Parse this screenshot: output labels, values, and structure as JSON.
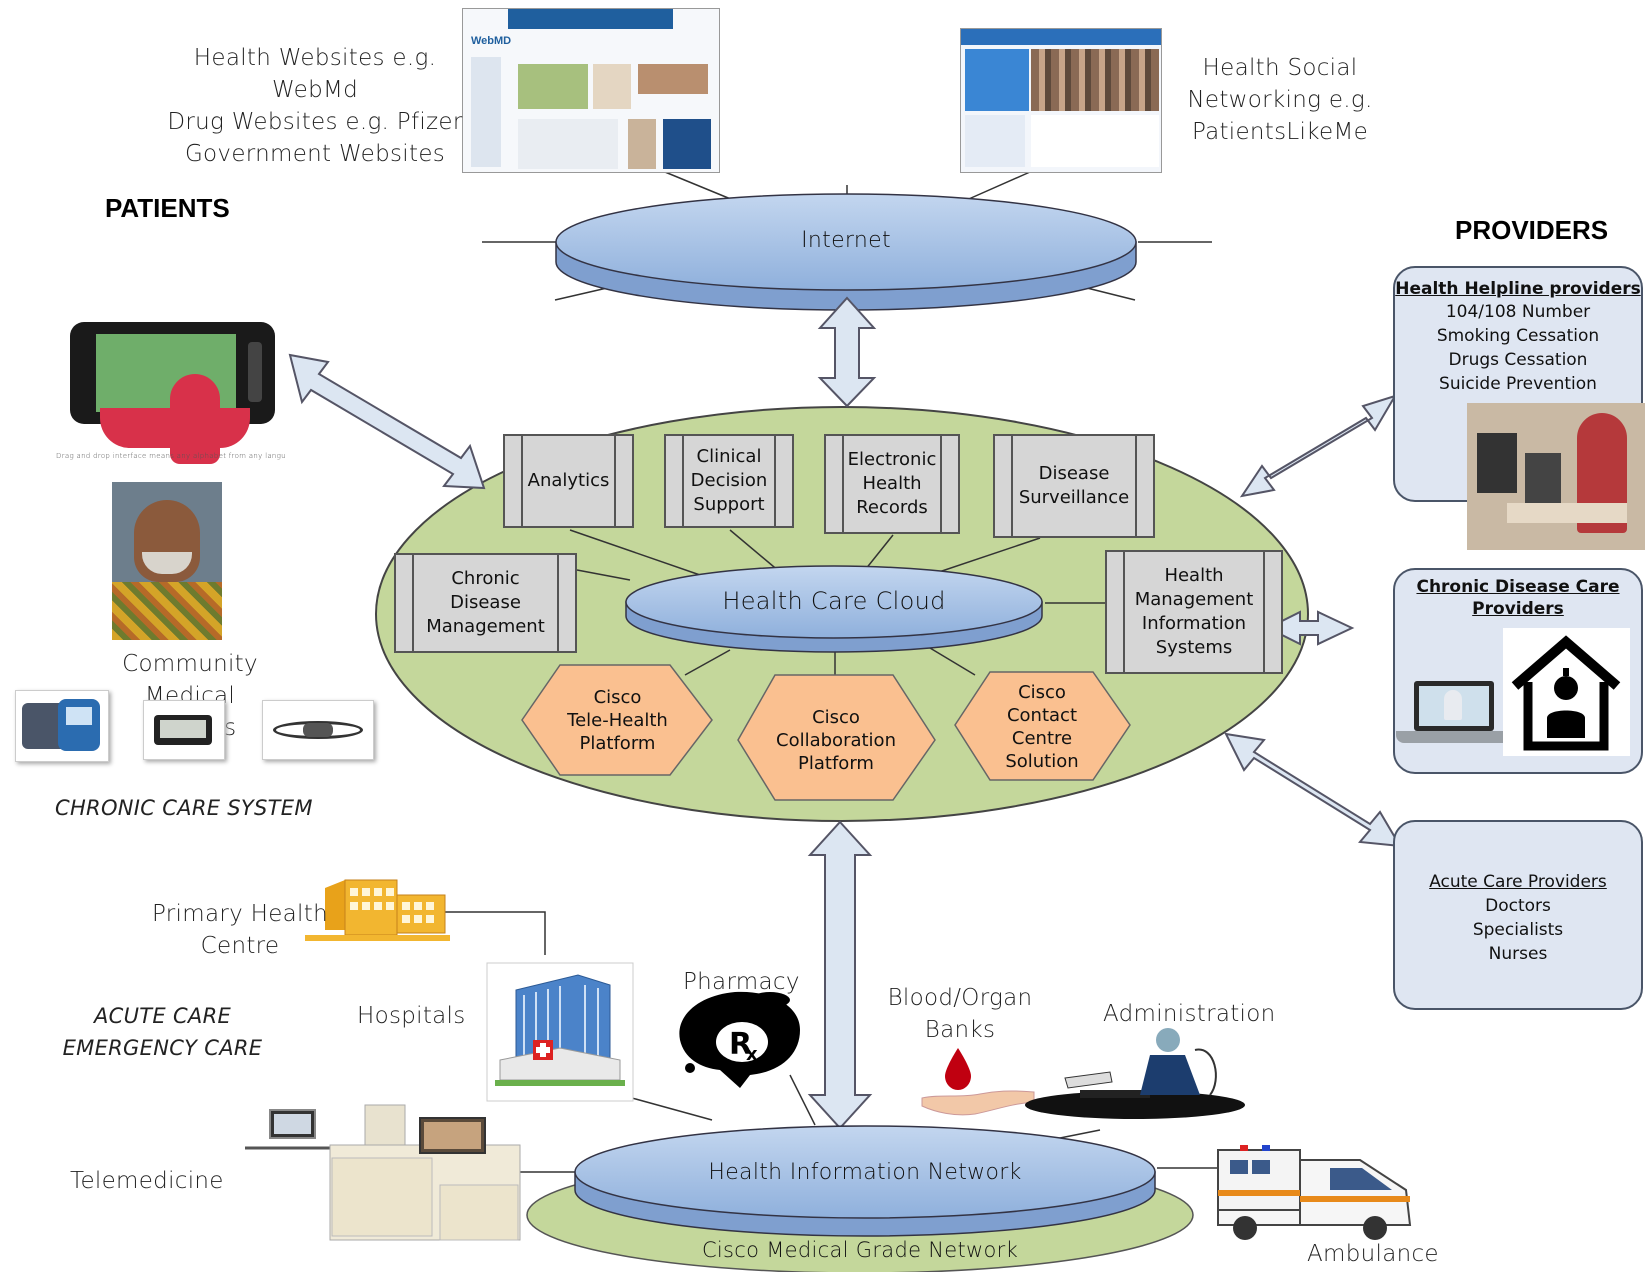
{
  "top": {
    "health_websites": [
      "Health Websites e.g. WebMd",
      "Drug Websites e.g. Pfizer",
      "Government Websites"
    ],
    "social": [
      "Health Social",
      "Networking e.g.",
      "PatientsLikeMe"
    ],
    "internet": "Internet",
    "webmd_logo": "WebMD"
  },
  "patients": {
    "heading": "PATIENTS",
    "community_devices": [
      "Community Medical",
      "Devices"
    ],
    "chronic_care": "CHRONIC CARE SYSTEM",
    "phone_caption": "Drag and drop interface means any alphabet from any language"
  },
  "providers": {
    "heading": "PROVIDERS",
    "helpline": {
      "title": "Health Helpline providers",
      "lines": [
        "104/108 Number",
        "Smoking Cessation",
        "Drugs Cessation",
        "Suicide Prevention"
      ]
    },
    "chronic": {
      "title": [
        "Chronic Disease Care",
        "Providers"
      ]
    },
    "acute": {
      "title": "Acute Care Providers",
      "lines": [
        "Doctors",
        "Specialists",
        "Nurses"
      ]
    }
  },
  "cloud": {
    "center": "Health Care Cloud",
    "modules": {
      "analytics": "Analytics",
      "cds": [
        "Clinical",
        "Decision",
        "Support"
      ],
      "ehr": [
        "Electronic",
        "Health",
        "Records"
      ],
      "surveillance": [
        "Disease",
        "Surveillance"
      ],
      "cdm": [
        "Chronic Disease",
        "Management"
      ],
      "hmis": [
        "Health",
        "Management",
        "Information",
        "Systems"
      ]
    },
    "cisco": {
      "telehealth": [
        "Cisco",
        "Tele-Health",
        "Platform"
      ],
      "collab": [
        "Cisco",
        "Collaboration",
        "Platform"
      ],
      "contact": [
        "Cisco",
        "Contact",
        "Centre",
        "Solution"
      ]
    }
  },
  "bottom": {
    "network": "Health Information Network",
    "cisco_network": "Cisco Medical Grade Network",
    "primary_health": [
      "Primary Health",
      "Centre"
    ],
    "hospitals": "Hospitals",
    "acute_emergency": [
      "ACUTE CARE",
      "EMERGENCY CARE"
    ],
    "telemedicine": "Telemedicine",
    "pharmacy": "Pharmacy",
    "blood": [
      "Blood/Organ",
      "Banks"
    ],
    "administration": "Administration",
    "ambulance": "Ambulance"
  },
  "colors": {
    "green_ellipse": "#c4d79b",
    "blue_disc": "#a4c0e4",
    "module_gray": "#d6d6d6",
    "hex_orange": "#fac090",
    "provider_box": "#dfe6f2",
    "arrow_fill": "#dce6f2"
  }
}
